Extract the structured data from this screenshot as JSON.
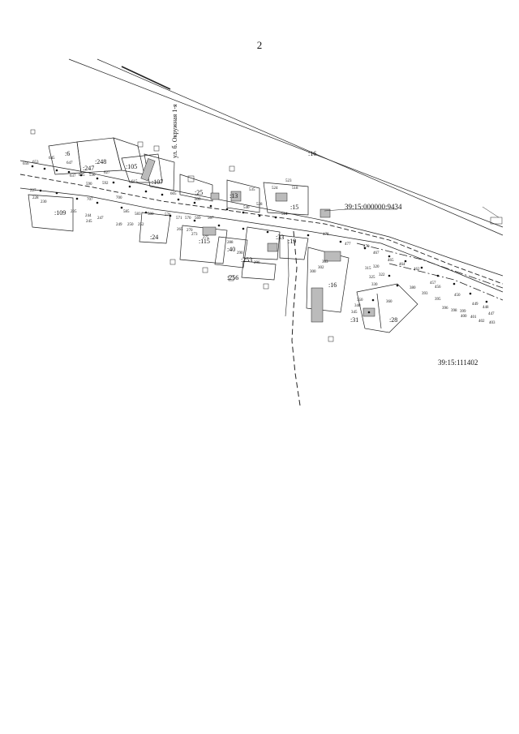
{
  "page_number": "2",
  "parcel_code": "39:15:000000:9434",
  "quarter_code": "39:15:111402",
  "street_name": "ул. б. Окружная 1-я",
  "parcels": [
    {
      "id": "p6",
      "label": ":6"
    },
    {
      "id": "p247",
      "label": ":247"
    },
    {
      "id": "p248",
      "label": ":248"
    },
    {
      "id": "p105",
      "label": ":105"
    },
    {
      "id": "p107",
      "label": ":107"
    },
    {
      "id": "p109",
      "label": ":109"
    },
    {
      "id": "p25",
      "label": ":25"
    },
    {
      "id": "p13",
      "label": ":13"
    },
    {
      "id": "p15",
      "label": ":15"
    },
    {
      "id": "p16top",
      "label": ":16"
    },
    {
      "id": "p24",
      "label": ":24"
    },
    {
      "id": "p115",
      "label": ":115"
    },
    {
      "id": "p40",
      "label": ":40"
    },
    {
      "id": "p33",
      "label": ":33"
    },
    {
      "id": "p19",
      "label": ":19"
    },
    {
      "id": "p253",
      "label": ":253"
    },
    {
      "id": "p256",
      "label": ":256"
    },
    {
      "id": "p16",
      "label": ":16"
    },
    {
      "id": "p31",
      "label": ":31"
    },
    {
      "id": "p28",
      "label": ":28"
    }
  ],
  "points": [
    {
      "id": "n1",
      "label": "656"
    },
    {
      "id": "n2",
      "label": "653"
    },
    {
      "id": "n3",
      "label": "645"
    },
    {
      "id": "n4",
      "label": "647"
    },
    {
      "id": "n5",
      "label": "637"
    },
    {
      "id": "n6",
      "label": "635"
    },
    {
      "id": "n7",
      "label": "530"
    },
    {
      "id": "n8",
      "label": "627"
    },
    {
      "id": "n9",
      "label": "592"
    },
    {
      "id": "n10",
      "label": "590"
    },
    {
      "id": "n11",
      "label": "615"
    },
    {
      "id": "n12",
      "label": "605"
    },
    {
      "id": "n13",
      "label": "600"
    },
    {
      "id": "n14",
      "label": "540"
    },
    {
      "id": "n15",
      "label": "535"
    },
    {
      "id": "n16",
      "label": "528"
    },
    {
      "id": "n17",
      "label": "524"
    },
    {
      "id": "n18",
      "label": "523"
    },
    {
      "id": "n19",
      "label": "518"
    },
    {
      "id": "n20",
      "label": "514"
    },
    {
      "id": "n21",
      "label": "227"
    },
    {
      "id": "n22",
      "label": "228"
    },
    {
      "id": "n23",
      "label": "230"
    },
    {
      "id": "n24",
      "label": "235"
    },
    {
      "id": "n25",
      "label": "244"
    },
    {
      "id": "n26",
      "label": "245"
    },
    {
      "id": "n27",
      "label": "247"
    },
    {
      "id": "n28",
      "label": "249"
    },
    {
      "id": "n29",
      "label": "250"
    },
    {
      "id": "n30",
      "label": "252"
    },
    {
      "id": "n31",
      "label": "707"
    },
    {
      "id": "n32",
      "label": "700"
    },
    {
      "id": "n33",
      "label": "585"
    },
    {
      "id": "n34",
      "label": "583"
    },
    {
      "id": "n35",
      "label": "580"
    },
    {
      "id": "n36",
      "label": "576"
    },
    {
      "id": "n37",
      "label": "571"
    },
    {
      "id": "n38",
      "label": "570"
    },
    {
      "id": "n39",
      "label": "569"
    },
    {
      "id": "n40",
      "label": "567"
    },
    {
      "id": "n41",
      "label": "265"
    },
    {
      "id": "n42",
      "label": "270"
    },
    {
      "id": "n43",
      "label": "273"
    },
    {
      "id": "n44",
      "label": "275"
    },
    {
      "id": "n45",
      "label": "288"
    },
    {
      "id": "n46",
      "label": "290"
    },
    {
      "id": "n47",
      "label": "296"
    },
    {
      "id": "n48",
      "label": "300"
    },
    {
      "id": "n49",
      "label": "302"
    },
    {
      "id": "n50",
      "label": "303"
    },
    {
      "id": "n51",
      "label": "478"
    },
    {
      "id": "n52",
      "label": "477"
    },
    {
      "id": "n53",
      "label": "470"
    },
    {
      "id": "n54",
      "label": "467"
    },
    {
      "id": "n55",
      "label": "465"
    },
    {
      "id": "n56",
      "label": "464"
    },
    {
      "id": "n57",
      "label": "462"
    },
    {
      "id": "n58",
      "label": "457"
    },
    {
      "id": "n59",
      "label": "456"
    },
    {
      "id": "n60",
      "label": "450"
    },
    {
      "id": "n61",
      "label": "449"
    },
    {
      "id": "n62",
      "label": "448"
    },
    {
      "id": "n63",
      "label": "447"
    },
    {
      "id": "n64",
      "label": "315"
    },
    {
      "id": "n65",
      "label": "320"
    },
    {
      "id": "n66",
      "label": "322"
    },
    {
      "id": "n67",
      "label": "325"
    },
    {
      "id": "n68",
      "label": "330"
    },
    {
      "id": "n69",
      "label": "380"
    },
    {
      "id": "n70",
      "label": "393"
    },
    {
      "id": "n71",
      "label": "395"
    },
    {
      "id": "n72",
      "label": "396"
    },
    {
      "id": "n73",
      "label": "398"
    },
    {
      "id": "n74",
      "label": "399"
    },
    {
      "id": "n75",
      "label": "400"
    },
    {
      "id": "n76",
      "label": "401"
    },
    {
      "id": "n77",
      "label": "402"
    },
    {
      "id": "n78",
      "label": "403"
    },
    {
      "id": "n79",
      "label": "340"
    },
    {
      "id": "n80",
      "label": "345"
    },
    {
      "id": "n81",
      "label": "350"
    },
    {
      "id": "n82",
      "label": "360"
    }
  ]
}
